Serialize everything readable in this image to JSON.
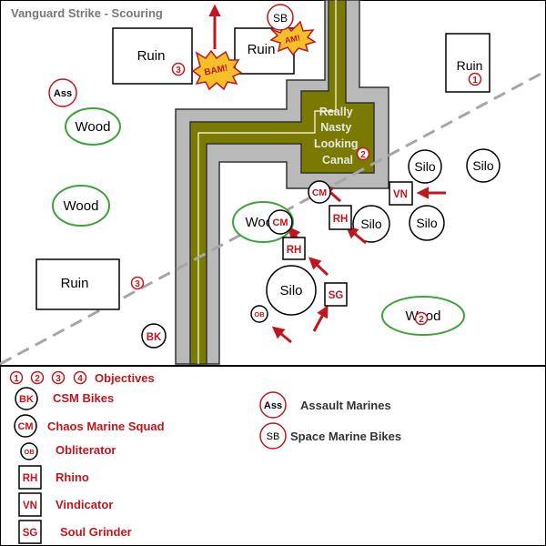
{
  "title": "Vanguard Strike - Scouring",
  "terrain": {
    "ruin_label": "Ruin",
    "wood_label": "Wood",
    "silo_label": "Silo",
    "canal_label_lines": [
      "Really",
      "Nasty",
      "Looking",
      "Canal"
    ]
  },
  "units": {
    "sb": "SB",
    "ass": "Ass",
    "bk": "BK",
    "cm": "CM",
    "rh": "RH",
    "vn": "VN",
    "sg": "SG",
    "ob": "OB"
  },
  "objectives": {
    "numbers": [
      "1",
      "2",
      "3",
      "4"
    ]
  },
  "fx": {
    "bam": "BAM!",
    "bam_small": "AM!"
  },
  "legend": {
    "objectives_label": "Objectives",
    "numbers": [
      "1",
      "2",
      "3",
      "4"
    ],
    "items": [
      {
        "code": "BK",
        "label": "CSM Bikes"
      },
      {
        "code": "CM",
        "label": "Chaos Marine Squad"
      },
      {
        "code": "OB",
        "label": "Obliterator"
      },
      {
        "code": "RH",
        "label": "Rhino"
      },
      {
        "code": "VN",
        "label": "Vindicator"
      },
      {
        "code": "SG",
        "label": "Soul Grinder"
      }
    ],
    "right_items": [
      {
        "code": "Ass",
        "label": "Assault Marines"
      },
      {
        "code": "SB",
        "label": "Space Marine Bikes"
      }
    ]
  },
  "colors": {
    "accent_red": "#c0161d",
    "wood_green": "#3ea23a",
    "canal_olive": "#7a7a00",
    "canal_road_gray": "#b9b9b9",
    "deployment_line_gray": "#a6a6a6"
  }
}
